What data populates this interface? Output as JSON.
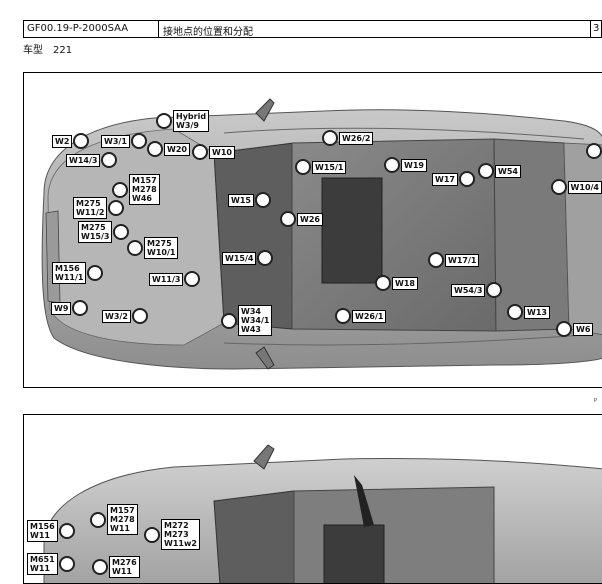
{
  "header": {
    "doc_code": "GF00.19-P-2000SAA",
    "title": "接地点的位置和分配",
    "page": "3"
  },
  "model": {
    "label": "车型",
    "value": "221"
  },
  "page_mark": "P",
  "panel1": {
    "callouts": [
      {
        "key": "w2",
        "lines": [
          "W2"
        ],
        "side": "left"
      },
      {
        "key": "w3-1",
        "lines": [
          "W3/1"
        ],
        "side": "left"
      },
      {
        "key": "hybrid-w3-9",
        "lines": [
          "Hybrid",
          "W3/9"
        ],
        "side": "right"
      },
      {
        "key": "w20",
        "lines": [
          "W20"
        ],
        "side": "right"
      },
      {
        "key": "w10",
        "lines": [
          "W10"
        ],
        "side": "right"
      },
      {
        "key": "w14-3",
        "lines": [
          "W14/3"
        ],
        "side": "left"
      },
      {
        "key": "m157-m278-w46",
        "lines": [
          "M157",
          "M278",
          "W46"
        ],
        "side": "right"
      },
      {
        "key": "m275-w11-2",
        "lines": [
          "M275",
          "W11/2"
        ],
        "side": "left"
      },
      {
        "key": "m275-w15-3",
        "lines": [
          "M275",
          "W15/3"
        ],
        "side": "left"
      },
      {
        "key": "m275-w10-1",
        "lines": [
          "M275",
          "W10/1"
        ],
        "side": "right"
      },
      {
        "key": "m156-w11-1",
        "lines": [
          "M156",
          "W11/1"
        ],
        "side": "left"
      },
      {
        "key": "w11-3",
        "lines": [
          "W11/3"
        ],
        "side": "left"
      },
      {
        "key": "w9",
        "lines": [
          "W9"
        ],
        "side": "left"
      },
      {
        "key": "w3-2",
        "lines": [
          "W3/2"
        ],
        "side": "left"
      },
      {
        "key": "w34-group",
        "lines": [
          "W34",
          "W34/1",
          "W43"
        ],
        "side": "right"
      },
      {
        "key": "w26-2",
        "lines": [
          "W26/2"
        ],
        "side": "right"
      },
      {
        "key": "w15-1",
        "lines": [
          "W15/1"
        ],
        "side": "right"
      },
      {
        "key": "w19",
        "lines": [
          "W19"
        ],
        "side": "right"
      },
      {
        "key": "w17",
        "lines": [
          "W17"
        ],
        "side": "left"
      },
      {
        "key": "w54",
        "lines": [
          "W54"
        ],
        "side": "right"
      },
      {
        "key": "w10-4",
        "lines": [
          "W10/4"
        ],
        "side": "right"
      },
      {
        "key": "w15",
        "lines": [
          "W15"
        ],
        "side": "left"
      },
      {
        "key": "w26",
        "lines": [
          "W26"
        ],
        "side": "right"
      },
      {
        "key": "w15-4",
        "lines": [
          "W15/4"
        ],
        "side": "left"
      },
      {
        "key": "w17-1",
        "lines": [
          "W17/1"
        ],
        "side": "right"
      },
      {
        "key": "w18",
        "lines": [
          "W18"
        ],
        "side": "right"
      },
      {
        "key": "w54-3",
        "lines": [
          "W54/3"
        ],
        "side": "left"
      },
      {
        "key": "w13",
        "lines": [
          "W13"
        ],
        "side": "right"
      },
      {
        "key": "w26-1",
        "lines": [
          "W26/1"
        ],
        "side": "right"
      },
      {
        "key": "w6",
        "lines": [
          "W6"
        ],
        "side": "right"
      },
      {
        "key": "edge-dot",
        "lines": [],
        "side": "right"
      }
    ]
  },
  "panel2": {
    "callouts": [
      {
        "key": "m156-w11",
        "lines": [
          "M156",
          "W11"
        ],
        "side": "left"
      },
      {
        "key": "m157-m278-w11",
        "lines": [
          "M157",
          "M278",
          "W11"
        ],
        "side": "right"
      },
      {
        "key": "m272-m273-w11w2",
        "lines": [
          "M272",
          "M273",
          "W11w2"
        ],
        "side": "right"
      },
      {
        "key": "m651-w11",
        "lines": [
          "M651",
          "W11"
        ],
        "side": "left"
      },
      {
        "key": "m276-w11",
        "lines": [
          "M276",
          "W11"
        ],
        "side": "right"
      }
    ]
  }
}
